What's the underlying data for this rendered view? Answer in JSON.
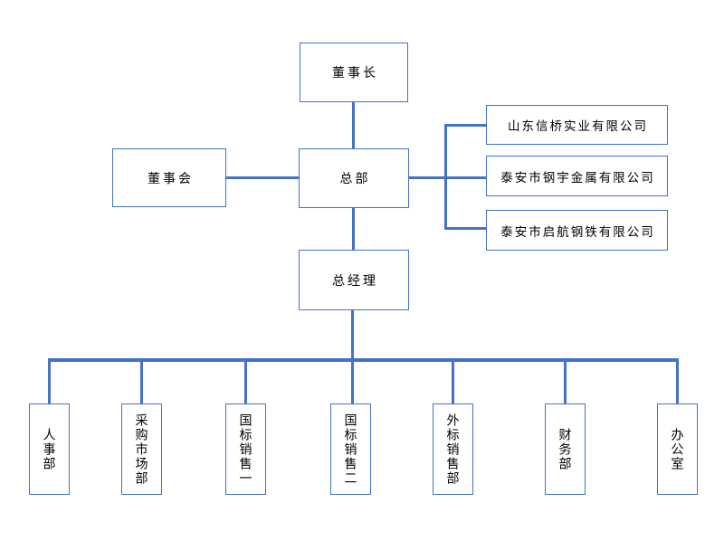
{
  "diagram": {
    "type": "org-chart",
    "accent_color": "#4472C4",
    "background_color": "#ffffff",
    "nodes": {
      "chairman": {
        "label": "董事长"
      },
      "board": {
        "label": "董事会"
      },
      "headquarters": {
        "label": "总部"
      },
      "company1": {
        "label": "山东信桥实业有限公司"
      },
      "company2": {
        "label": "泰安市钢宇金属有限公司"
      },
      "company3": {
        "label": "泰安市启航钢铁有限公司"
      },
      "general_manager": {
        "label": "总经理"
      },
      "dept_hr": {
        "label": "人事部"
      },
      "dept_purchasing_market": {
        "label": "采购市场部"
      },
      "dept_gb_sales_1": {
        "label": "国标销售一"
      },
      "dept_gb_sales_2": {
        "label": "国标销售二"
      },
      "dept_foreign_sales": {
        "label": "外标销售部"
      },
      "dept_finance": {
        "label": "财务部"
      },
      "dept_office": {
        "label": "办公室"
      }
    }
  }
}
